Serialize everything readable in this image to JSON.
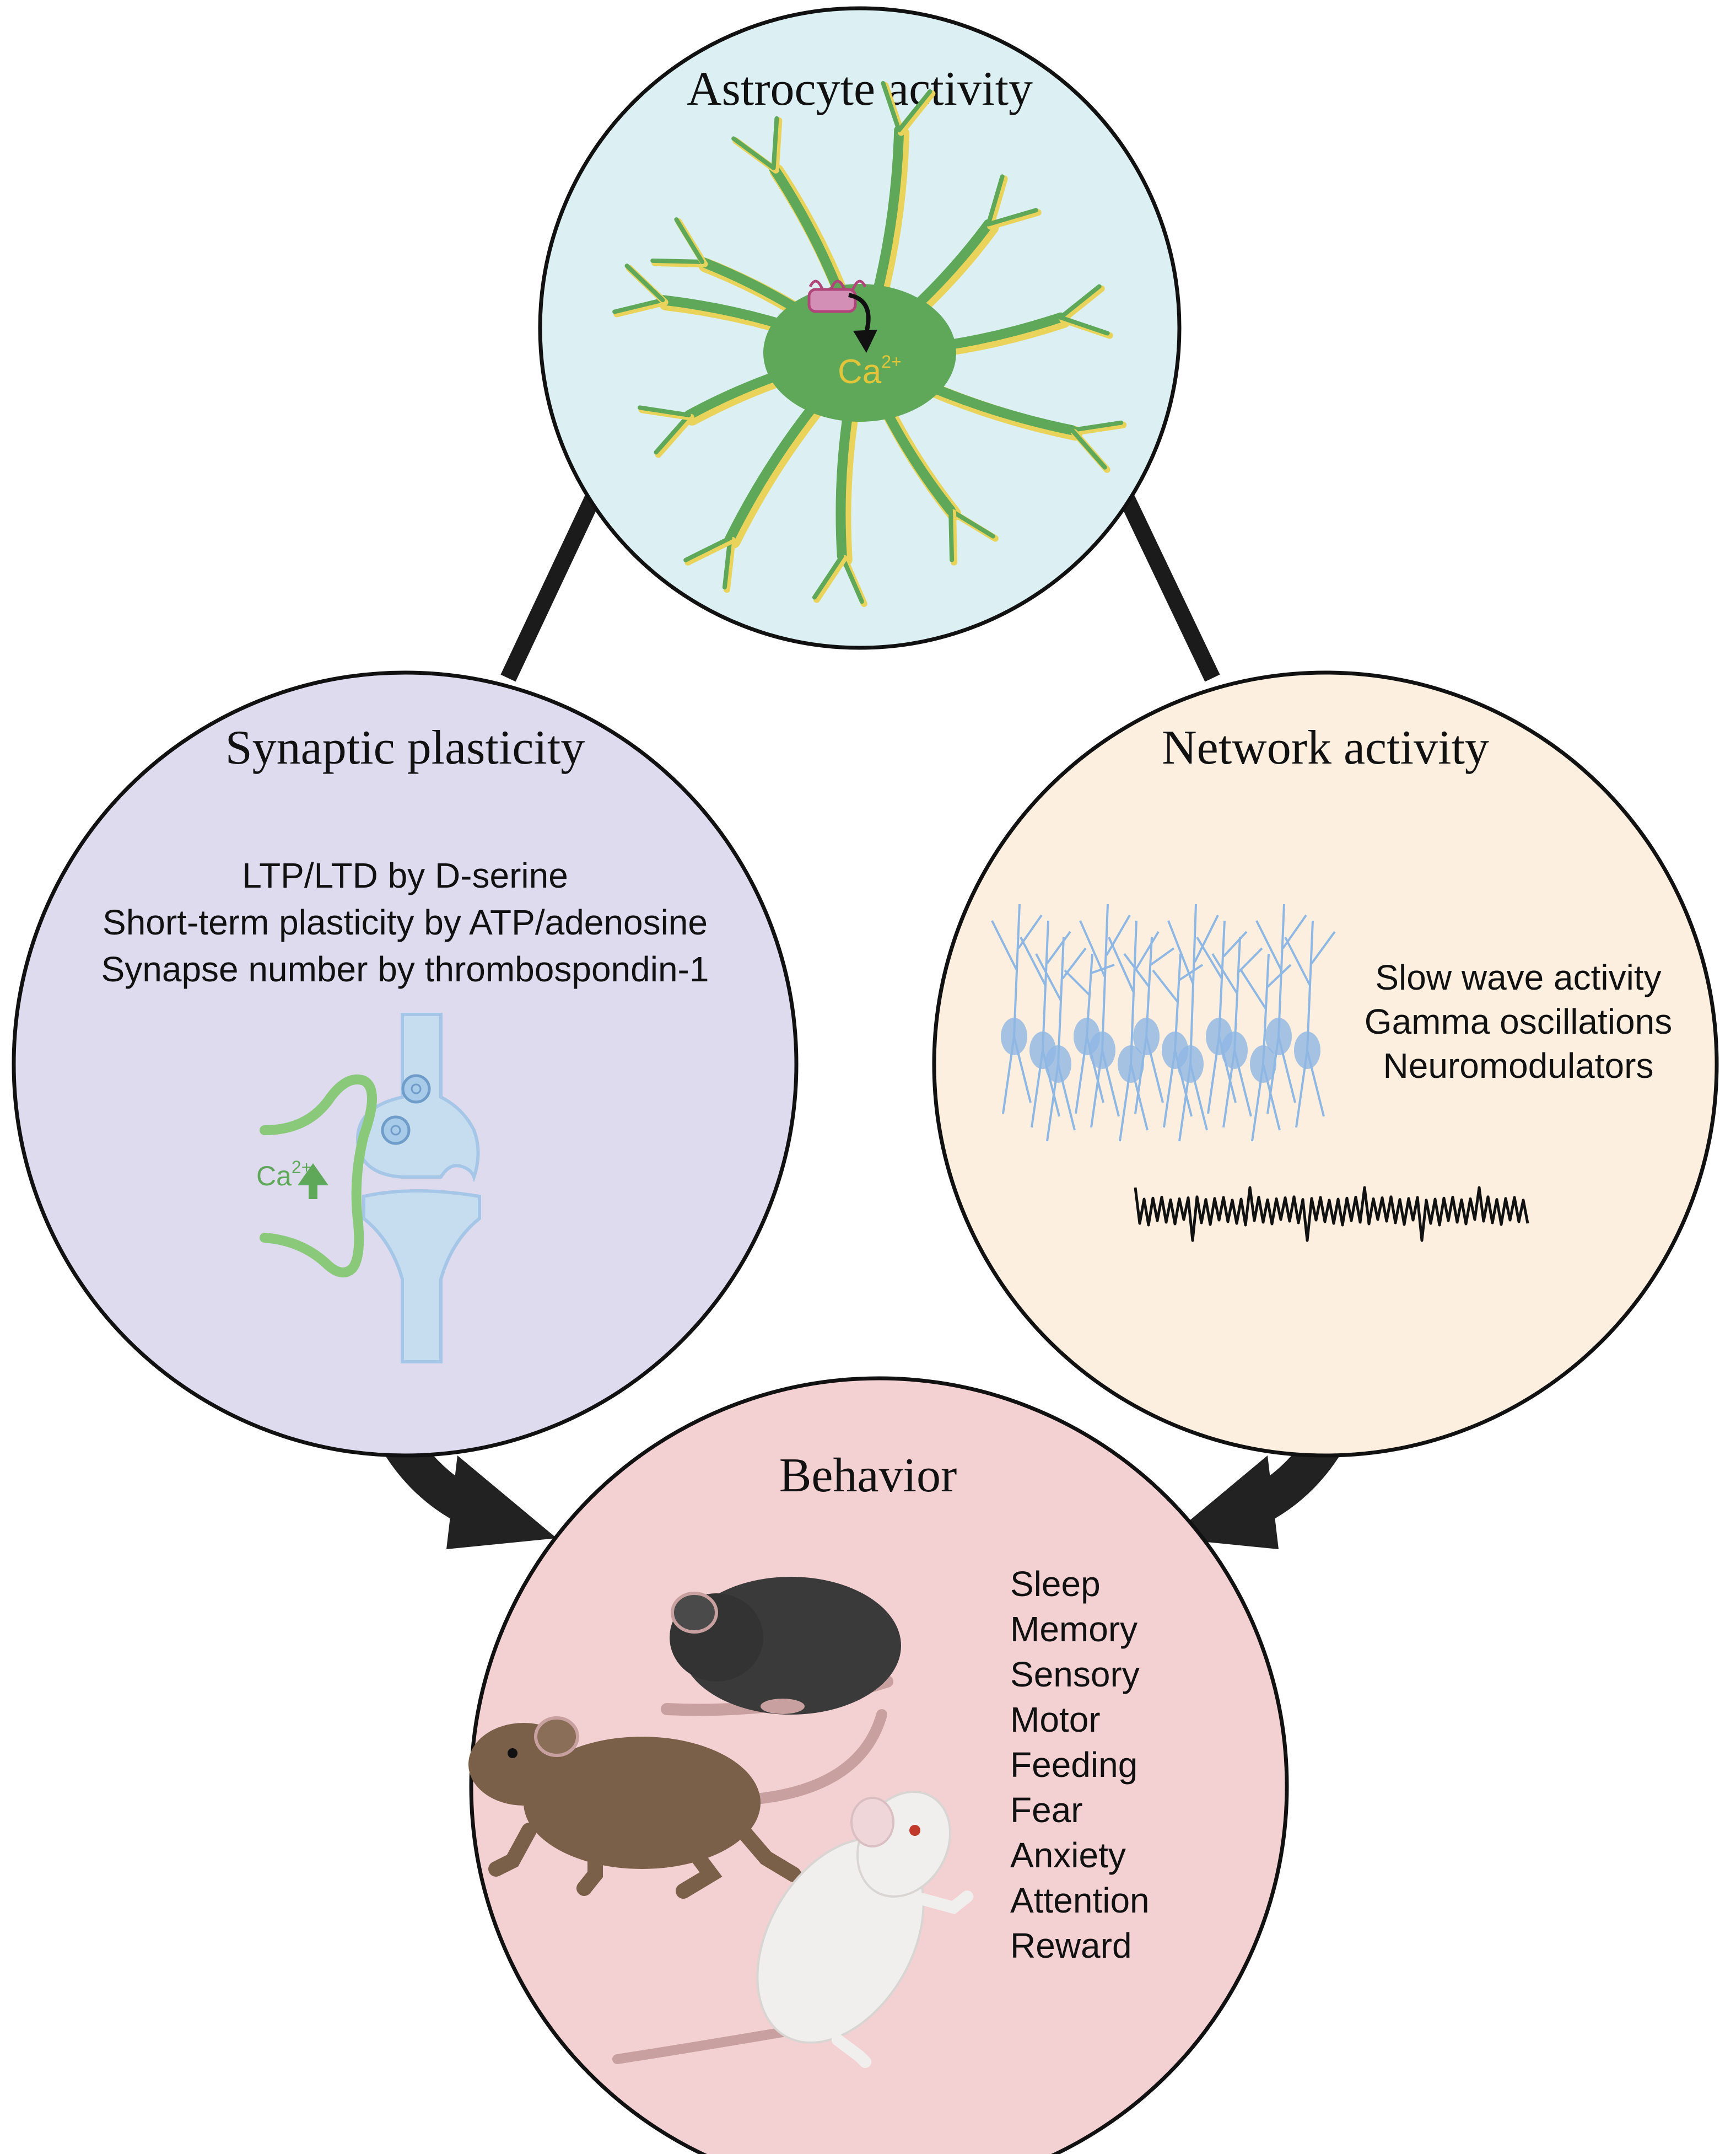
{
  "nodes": {
    "astrocyte": {
      "title": "Astrocyte activity",
      "ion_label": "Ca",
      "ion_charge": "2+",
      "fill": "#dcf0f3"
    },
    "synaptic": {
      "title": "Synaptic plasticity",
      "lines": [
        "LTP/LTD by D-serine",
        "Short-term plasticity by ATP/adenosine",
        "Synapse number by thrombospondin-1"
      ],
      "ion_label": "Ca",
      "ion_charge": "2+",
      "fill": "#dedbef"
    },
    "network": {
      "title": "Network activity",
      "lines": [
        "Slow wave activity",
        "Gamma oscillations",
        "Neuromodulators"
      ],
      "fill": "#fcefdf"
    },
    "behavior": {
      "title": "Behavior",
      "items": [
        "Sleep",
        "Memory",
        "Sensory",
        "Motor",
        "Feeding",
        "Fear",
        "Anxiety",
        "Attention",
        "Reward"
      ],
      "fill": "#f3d0d2"
    }
  },
  "colors": {
    "outline": "#111111",
    "astro_green": "#5fa85a",
    "astro_yellow": "#e9d35a",
    "ion_yellow": "#e2c53a",
    "synapse_green": "#8bc97a",
    "synapse_blue": "#c6ddf0",
    "neuron_blue": "#8fb7e3",
    "black_mouse": "#3a3a3a",
    "brown_mouse": "#7a6048",
    "white_mouse": "#f1efee",
    "tail_pink": "#c9a0a0"
  },
  "icons": {
    "receptor": "gpcr-receptor-icon",
    "arrow": "curved-arrow-icon",
    "ca_up": "up-arrow-icon"
  }
}
